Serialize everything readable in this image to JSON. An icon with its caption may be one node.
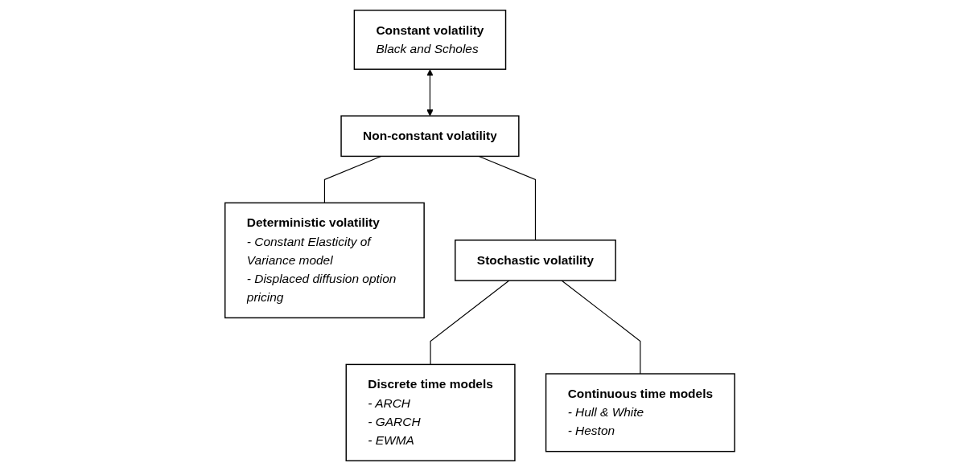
{
  "diagram": {
    "nodes": [
      {
        "text": [
          "Constant volatility",
          "Black and Scholes"
        ]
      },
      {
        "text": [
          "Non-constant volatility"
        ]
      },
      {
        "text": [
          "Deterministic volatility",
          "- Constant Elasticity of Variance model",
          "- Displaced diffusion option pricing"
        ]
      },
      {
        "text": [
          "Stochastic volatility"
        ]
      },
      {
        "text": [
          "Discrete time models",
          "- ARCH",
          "- GARCH",
          "- EWMA"
        ]
      },
      {
        "text": [
          "Continuous time models",
          "- Hull & White",
          "- Heston"
        ]
      }
    ],
    "edges": [
      {
        "from": 0,
        "to": 1,
        "arrow": "both"
      },
      {
        "from": 1,
        "to": 2,
        "arrow": "none"
      },
      {
        "from": 1,
        "to": 3,
        "arrow": "none"
      },
      {
        "from": 3,
        "to": 4,
        "arrow": "none"
      },
      {
        "from": 3,
        "to": 5,
        "arrow": "none"
      }
    ]
  }
}
